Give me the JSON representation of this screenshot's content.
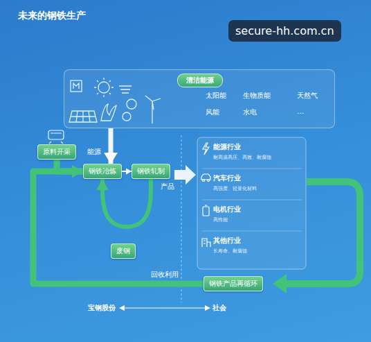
{
  "diagram": {
    "title": "未来的钢铁生产",
    "nodes": [
      {
        "text": [
          "清洁能源",
          "太阳能",
          "生物质能",
          "天然气",
          "风能",
          "水电",
          "…"
        ]
      },
      {
        "text": [
          "原料开采"
        ]
      },
      {
        "text": [
          "钢铁冶炼"
        ]
      },
      {
        "text": [
          "钢铁轧制"
        ]
      },
      {
        "text": [
          "能源行业",
          "耐高温高压、高效、耐腐蚀"
        ]
      },
      {
        "text": [
          "汽车行业",
          "高强度、轻量化材料"
        ]
      },
      {
        "text": [
          "电机行业",
          "高性能"
        ]
      },
      {
        "text": [
          "其他行业",
          "长寿命、耐腐蚀"
        ]
      },
      {
        "text": [
          "废钢"
        ]
      },
      {
        "text": [
          "钢铁产品再循环"
        ]
      }
    ],
    "edges": [
      {
        "from": 0,
        "to": 2,
        "arrow": "to",
        "label": "能源"
      },
      {
        "from": 1,
        "to": 2,
        "arrow": "to"
      },
      {
        "from": 2,
        "to": 3,
        "arrow": "to"
      },
      {
        "from": 3,
        "to": 2,
        "arrow": "to"
      },
      {
        "from": 9,
        "to": 2,
        "arrow": "to",
        "label": "回收利用"
      }
    ],
    "labels": [
      "产品",
      "宝钢股份",
      "社会",
      "secure-hh.com.cn"
    ]
  }
}
